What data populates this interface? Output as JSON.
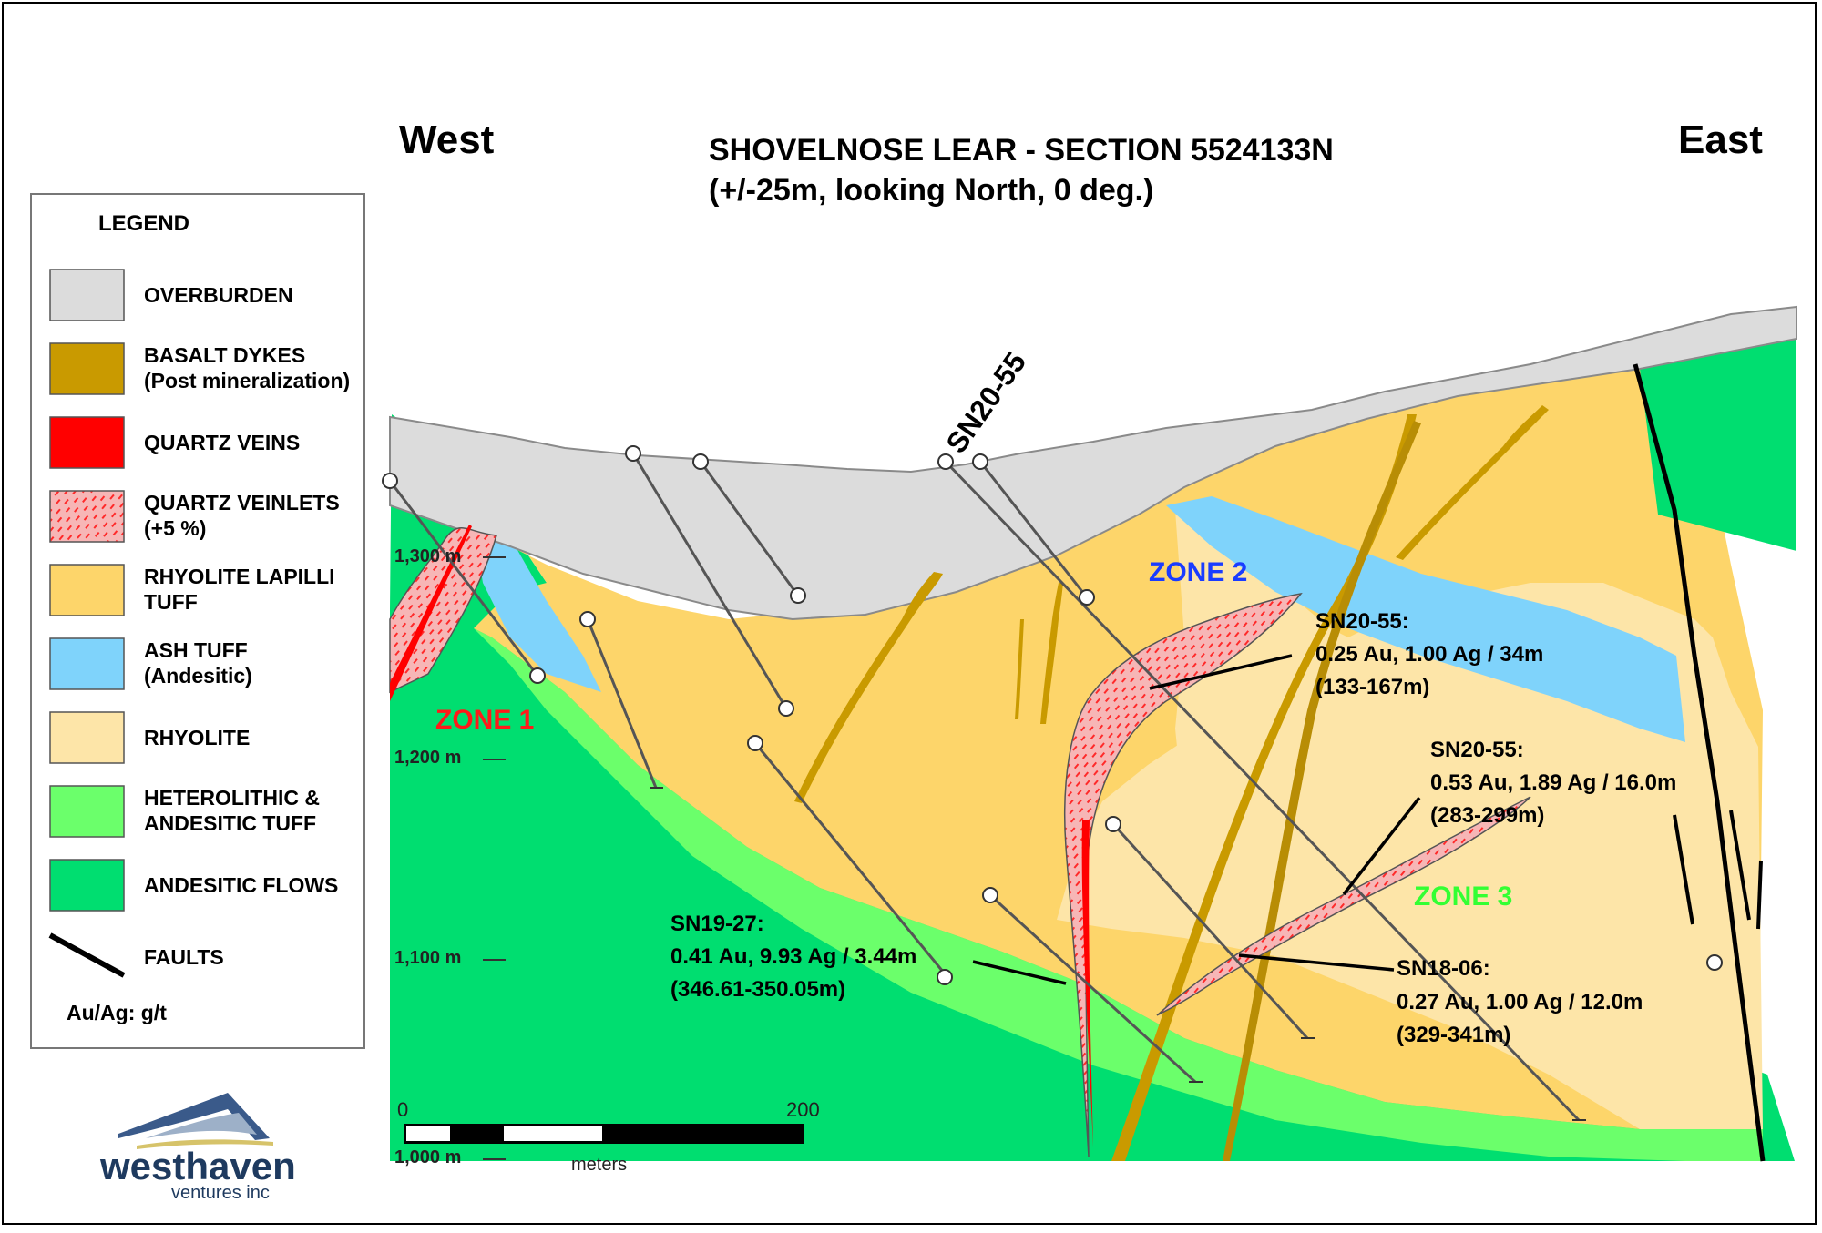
{
  "header": {
    "west": "West",
    "east": "East",
    "title_line1": "SHOVELNOSE LEAR - SECTION 5524133N",
    "title_line2": "(+/-25m, looking North, 0 deg.)"
  },
  "legend": {
    "title": "LEGEND",
    "items": [
      {
        "line1": "OVERBURDEN",
        "line2": "",
        "color": "#dcdcdc"
      },
      {
        "line1": "BASALT DYKES",
        "line2": "(Post mineralization)",
        "color": "#c99a00"
      },
      {
        "line1": "QUARTZ VEINS",
        "line2": "",
        "color": "#ff0000"
      },
      {
        "line1": "QUARTZ VEINLETS",
        "line2": "(+5 %)",
        "color": "#f7b6b6"
      },
      {
        "line1": "RHYOLITE LAPILLI",
        "line2": "TUFF",
        "color": "#fdd56a"
      },
      {
        "line1": "ASH TUFF",
        "line2": "(Andesitic)",
        "color": "#7fd3fb"
      },
      {
        "line1": "RHYOLITE",
        "line2": "",
        "color": "#fde5a8"
      },
      {
        "line1": "HETEROLITHIC &",
        "line2": "ANDESITIC TUFF",
        "color": "#6bff6b"
      },
      {
        "line1": "ANDESITIC FLOWS",
        "line2": "",
        "color": "#00de70"
      }
    ],
    "faults": "FAULTS",
    "units": "Au/Ag: g/t"
  },
  "zones": {
    "zone1": "ZONE 1",
    "zone2": "ZONE 2",
    "zone3": "ZONE 3",
    "zone1_color": "#ff1a1a",
    "zone2_color": "#1a3cff",
    "zone3_color": "#33ff33"
  },
  "drillhole_label": "SN20-55",
  "elevations": [
    "1,300 m",
    "1,200 m",
    "1,100 m",
    "1,000 m"
  ],
  "callouts": [
    {
      "line1": "SN20-55:",
      "line2": "0.25 Au, 1.00 Ag / 34m",
      "line3": "(133-167m)"
    },
    {
      "line1": "SN20-55:",
      "line2": "0.53 Au, 1.89 Ag / 16.0m",
      "line3": "(283-299m)"
    },
    {
      "line1": "SN19-27:",
      "line2": "0.41 Au, 9.93 Ag / 3.44m",
      "line3": "(346.61-350.05m)"
    },
    {
      "line1": "SN18-06:",
      "line2": "0.27 Au, 1.00 Ag / 12.0m",
      "line3": "(329-341m)"
    }
  ],
  "scale": {
    "zero": "0",
    "max": "200",
    "unit": "meters"
  },
  "logo": {
    "name": "westhaven",
    "sub": "ventures inc"
  }
}
